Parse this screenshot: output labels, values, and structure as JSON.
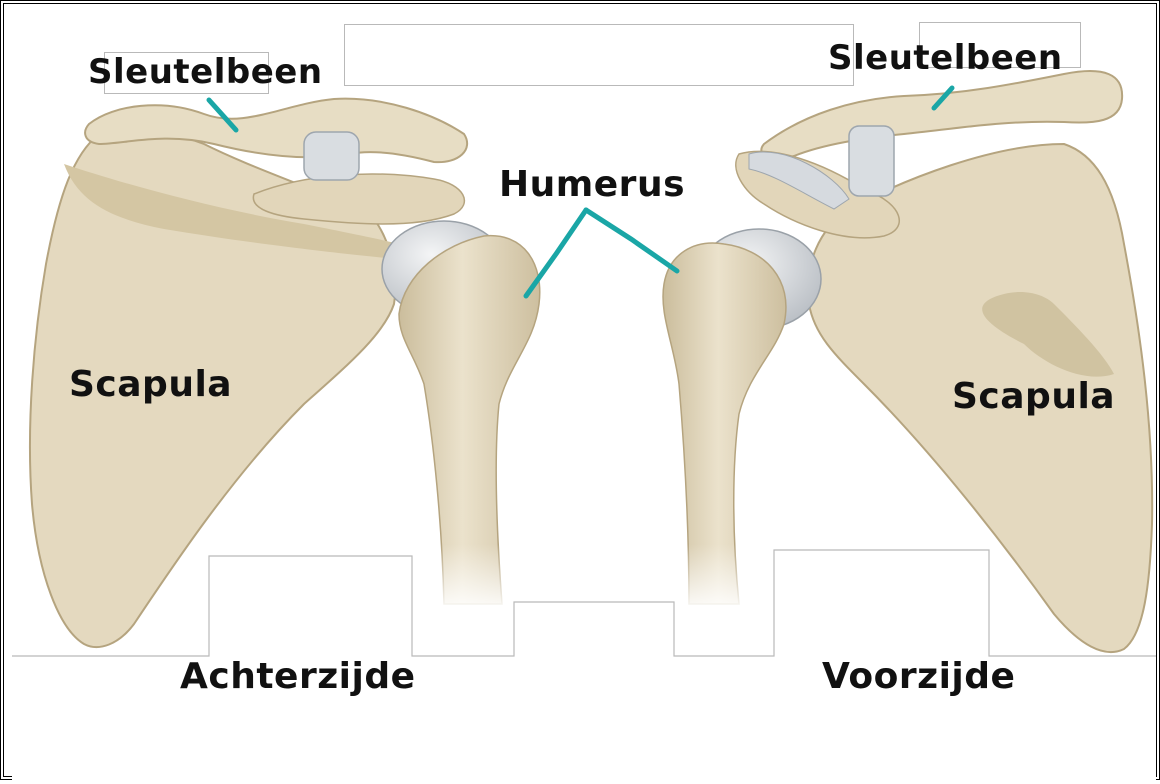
{
  "labels": {
    "clavicle_left": "Sleutelbeen",
    "clavicle_right": "Sleutelbeen",
    "humerus": "Humerus",
    "scapula_left": "Scapula",
    "scapula_right": "Scapula",
    "view_back": "Achterzijde",
    "view_front": "Voorzijde"
  },
  "colors": {
    "bone": "#e6dcc4",
    "bone_shadow": "#c9b995",
    "cartilage": "#e4e7ea",
    "leader_line": "#1aa6a6",
    "text": "#111111"
  }
}
